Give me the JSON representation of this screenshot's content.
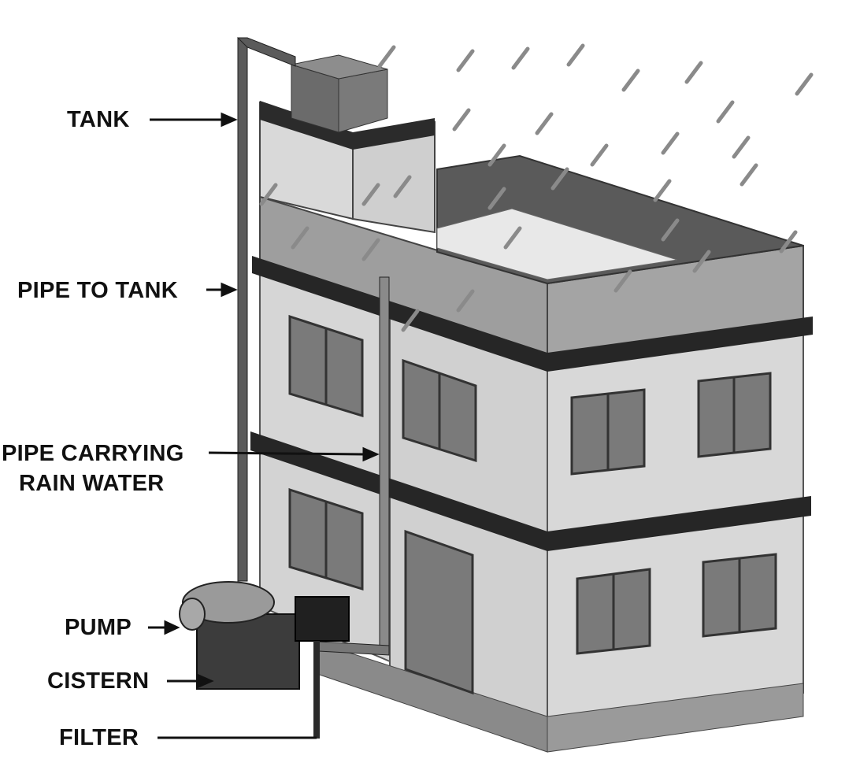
{
  "labels": {
    "tank": "TANK",
    "pipe_to_tank": "PIPE TO TANK",
    "pipe_carrying_line1": "PIPE CARRYING",
    "pipe_carrying_line2": "RAIN WATER",
    "pump": "PUMP",
    "cistern": "CISTERN",
    "filter": "FILTER"
  },
  "colors": {
    "background": "#ffffff",
    "wall_light": "#d6d6d6",
    "wall_mid": "#9c9c9c",
    "wall_dark": "#3a3a3a",
    "window": "#777777",
    "rain": "#8a8a8a",
    "text": "#111111"
  }
}
